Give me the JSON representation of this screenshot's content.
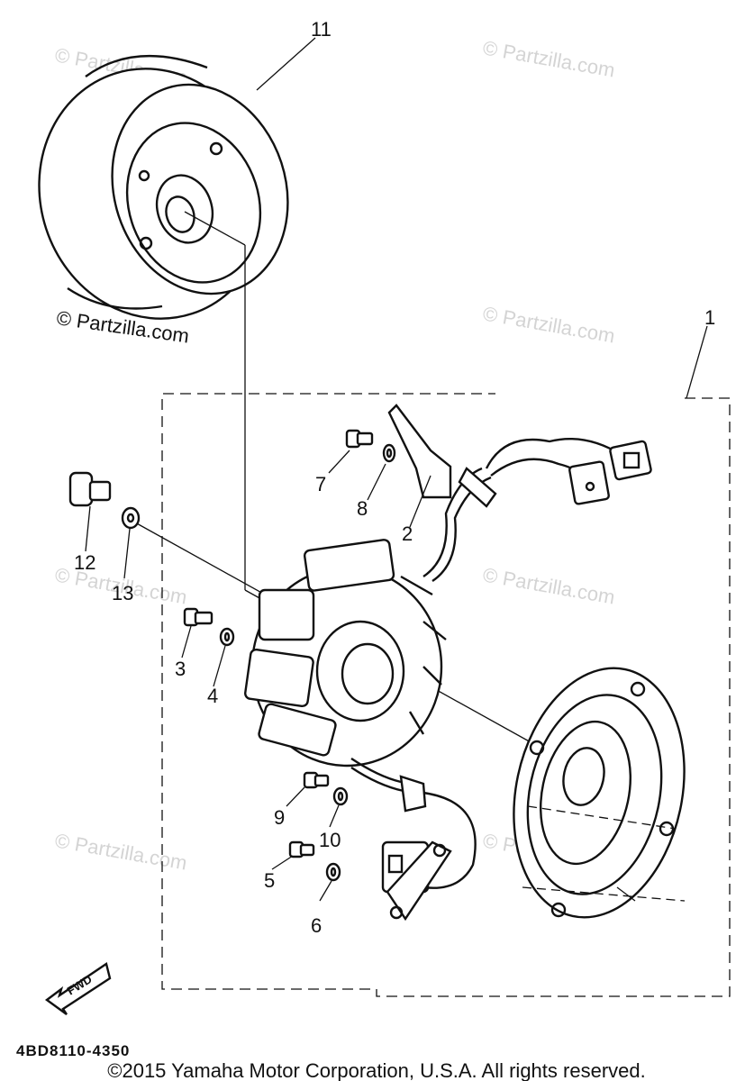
{
  "watermarks": [
    "© Partzilla.com",
    "© Partzilla.com",
    "© Partzilla.com",
    "© Partzilla.com",
    "© Partzilla.com",
    "© Partzilla.com",
    "© Partzilla.com"
  ],
  "callouts": {
    "c1": "1",
    "c2": "2",
    "c3": "3",
    "c4": "4",
    "c5": "5",
    "c6": "6",
    "c7": "7",
    "c8": "8",
    "c9": "9",
    "c10": "10",
    "c11": "11",
    "c12": "12",
    "c13": "13"
  },
  "fwd_label": "FWD",
  "diagram_code": "4BD8110-4350",
  "copyright": "©2015 Yamaha Motor Corporation, U.S.A. All rights reserved."
}
